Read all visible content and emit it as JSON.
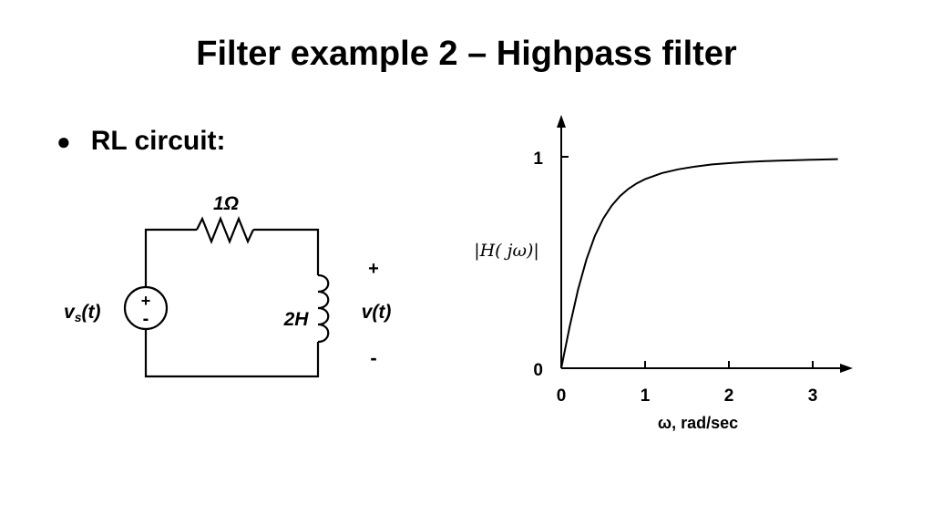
{
  "slide": {
    "title": "Filter example 2 – Highpass filter",
    "bullet": "RL circuit:"
  },
  "circuit": {
    "resistor_label": "1Ω",
    "inductor_label": "2H",
    "source_label": "v",
    "source_subscript": "s",
    "source_arg": "(t)",
    "output_label": "v(t)",
    "plus_sign": "+",
    "minus_sign": "-"
  },
  "chart_data": {
    "type": "line",
    "ylabel": "|H( jω)|",
    "xlabel": "ω, rad/sec",
    "x_ticks": [
      "0",
      "1",
      "2",
      "3"
    ],
    "y_ticks": [
      "0",
      "1"
    ],
    "xlim": [
      0,
      3.3
    ],
    "ylim": [
      0,
      1
    ],
    "x": [
      0,
      0.1,
      0.2,
      0.3,
      0.4,
      0.5,
      0.6,
      0.7,
      0.8,
      0.9,
      1.0,
      1.2,
      1.4,
      1.6,
      1.8,
      2.0,
      2.2,
      2.4,
      2.6,
      2.8,
      3.0,
      3.3
    ],
    "values": [
      0,
      0.196,
      0.371,
      0.514,
      0.625,
      0.707,
      0.768,
      0.814,
      0.848,
      0.874,
      0.894,
      0.923,
      0.941,
      0.954,
      0.964,
      0.97,
      0.975,
      0.979,
      0.982,
      0.984,
      0.986,
      0.989
    ]
  }
}
